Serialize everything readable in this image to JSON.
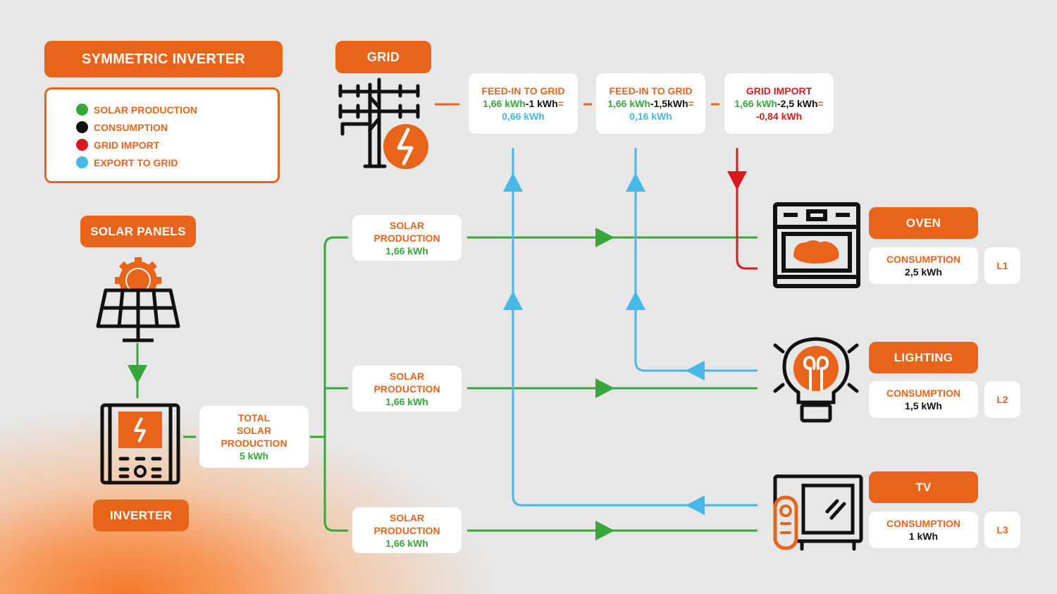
{
  "title": "SYMMETRIC INVERTER",
  "legend": [
    {
      "label": "SOLAR PRODUCTION",
      "color": "#36a83a"
    },
    {
      "label": "CONSUMPTION",
      "color": "#111111"
    },
    {
      "label": "GRID IMPORT",
      "color": "#d71920"
    },
    {
      "label": "EXPORT TO GRID",
      "color": "#45b8e8"
    }
  ],
  "grid": {
    "label": "GRID"
  },
  "solar_panels": {
    "label": "SOLAR PANELS"
  },
  "inverter": {
    "label": "INVERTER"
  },
  "total": {
    "line1": "TOTAL",
    "line2": "SOLAR",
    "line3": "PRODUCTION",
    "value": "5 kWh"
  },
  "solar_boxes": [
    {
      "line1": "SOLAR",
      "line2": "PRODUCTION",
      "value": "1,66 kWh"
    },
    {
      "line1": "SOLAR",
      "line2": "PRODUCTION",
      "value": "1,66 kWh"
    },
    {
      "line1": "SOLAR",
      "line2": "PRODUCTION",
      "value": "1,66 kWh"
    }
  ],
  "grid_boxes": [
    {
      "title": "FEED-IN TO GRID",
      "a": "1,66 kWh",
      "op": "-",
      "b": "1 kWh",
      "eq": "=",
      "result": "0,66 kWh"
    },
    {
      "title": "FEED-IN TO GRID",
      "a": "1,66 kWh",
      "op": "-",
      "b": "1,5kWh",
      "eq": "=",
      "result": "0,16 kWh"
    },
    {
      "title": "GRID IMPORT",
      "a": "1,66 kWh",
      "op": "-",
      "b": "2,5 kWh",
      "eq": "=",
      "result": "-0,84 kWh"
    }
  ],
  "loads": [
    {
      "name": "OVEN",
      "consumption_label": "CONSUMPTION",
      "consumption": "2,5 kWh",
      "phase": "L1"
    },
    {
      "name": "LIGHTING",
      "consumption_label": "CONSUMPTION",
      "consumption": "1,5 kWh",
      "phase": "L2"
    },
    {
      "name": "TV",
      "consumption_label": "CONSUMPTION",
      "consumption": "1 kWh",
      "phase": "L3"
    }
  ],
  "colors": {
    "accent": "#e8641b",
    "solar": "#36a83a",
    "export": "#45b8e8",
    "import": "#d71920"
  },
  "icons": [
    "power-pylon-icon",
    "solar-panel-icon",
    "inverter-icon",
    "oven-icon",
    "light-bulb-icon",
    "tv-icon"
  ]
}
